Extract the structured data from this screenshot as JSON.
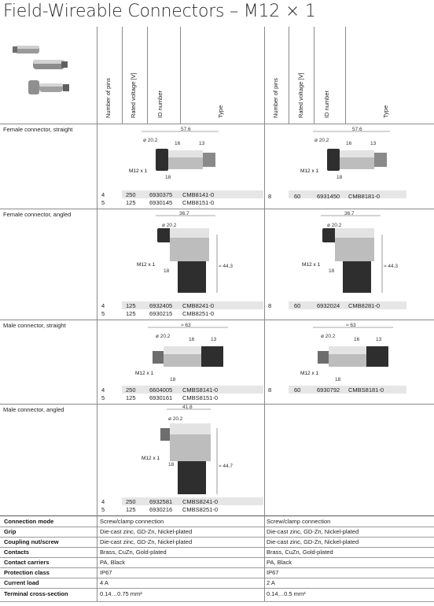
{
  "title": "Field-Wireable Connectors – M12 × 1",
  "headers": {
    "pins": "Number of pins",
    "voltage": "Rated voltage [V]",
    "id": "ID number",
    "type": "Type"
  },
  "sections": [
    {
      "label": "Female connector, straight",
      "left": [
        {
          "pins": "4",
          "voltage": "250",
          "id": "6930375",
          "type": "CMB8141-0"
        },
        {
          "pins": "5",
          "voltage": "125",
          "id": "6930145",
          "type": "CMB8151-0"
        }
      ],
      "right": [
        {
          "pins": "8",
          "voltage": "60",
          "id": "6931450",
          "type": "CMB8181-0"
        }
      ],
      "dims": {
        "length": "57.6",
        "d1": "ø 20.2",
        "d2": "16",
        "d3": "13",
        "thread": "M12 x 1",
        "sw": "18"
      }
    },
    {
      "label": "Female connector, angled",
      "left": [
        {
          "pins": "4",
          "voltage": "125",
          "id": "6932405",
          "type": "CMB8241-0"
        },
        {
          "pins": "5",
          "voltage": "125",
          "id": "6930215",
          "type": "CMB8251-0"
        }
      ],
      "right": [
        {
          "pins": "8",
          "voltage": "60",
          "id": "6932024",
          "type": "CMB8281-0"
        }
      ],
      "dims": {
        "length": "36.7",
        "d1": "ø 20.2",
        "height": "≈ 44.3",
        "thread": "M12 x 1",
        "sw": "18"
      }
    },
    {
      "label": "Male connector, straight",
      "left": [
        {
          "pins": "4",
          "voltage": "250",
          "id": "6604005",
          "type": "CMBS8141-0"
        },
        {
          "pins": "5",
          "voltage": "125",
          "id": "6930161",
          "type": "CMBS8151-0"
        }
      ],
      "right": [
        {
          "pins": "8",
          "voltage": "60",
          "id": "6930792",
          "type": "CMBS8181-0"
        }
      ],
      "dims": {
        "length": "≈ 63",
        "d1": "ø 20.2",
        "d2": "16",
        "d3": "13",
        "thread": "M12 x 1",
        "sw": "18"
      }
    },
    {
      "label": "Male connector, angled",
      "left": [
        {
          "pins": "4",
          "voltage": "250",
          "id": "6932581",
          "type": "CMBS8241-0"
        },
        {
          "pins": "5",
          "voltage": "125",
          "id": "6930216",
          "type": "CMBS8251-0"
        }
      ],
      "right": [],
      "dims": {
        "length": "41.8",
        "d1": "ø 20.2",
        "height": "≈ 44.7",
        "thread": "M12 x 1",
        "sw": "18"
      }
    }
  ],
  "specs": [
    {
      "label": "Connection mode",
      "left": "Screw/clamp connection",
      "right": "Screw/clamp connection"
    },
    {
      "label": "Grip",
      "left": "Die-cast zinc, GD-Zn, Nickel-plated",
      "right": "Die-cast zinc, GD-Zn, Nickel-plated"
    },
    {
      "label": "Coupling nut/screw",
      "left": "Die-cast zinc, GD-Zn, Nickel-plated",
      "right": "Die-cast zinc, GD-Zn, Nickel-plated"
    },
    {
      "label": "Contacts",
      "left": "Brass, CuZn, Gold-plated",
      "right": "Brass, CuZn, Gold-plated"
    },
    {
      "label": "Contact carriers",
      "left": "PA, Black",
      "right": "PA, Black"
    },
    {
      "label": "Protection class",
      "left": "IP67",
      "right": "IP67"
    },
    {
      "label": "Current load",
      "left": "4 A",
      "right": "2 A"
    },
    {
      "label": "Terminal cross-section",
      "left": "0.14…0.75 mm²",
      "right": "0.14…0.5 mm²"
    }
  ]
}
